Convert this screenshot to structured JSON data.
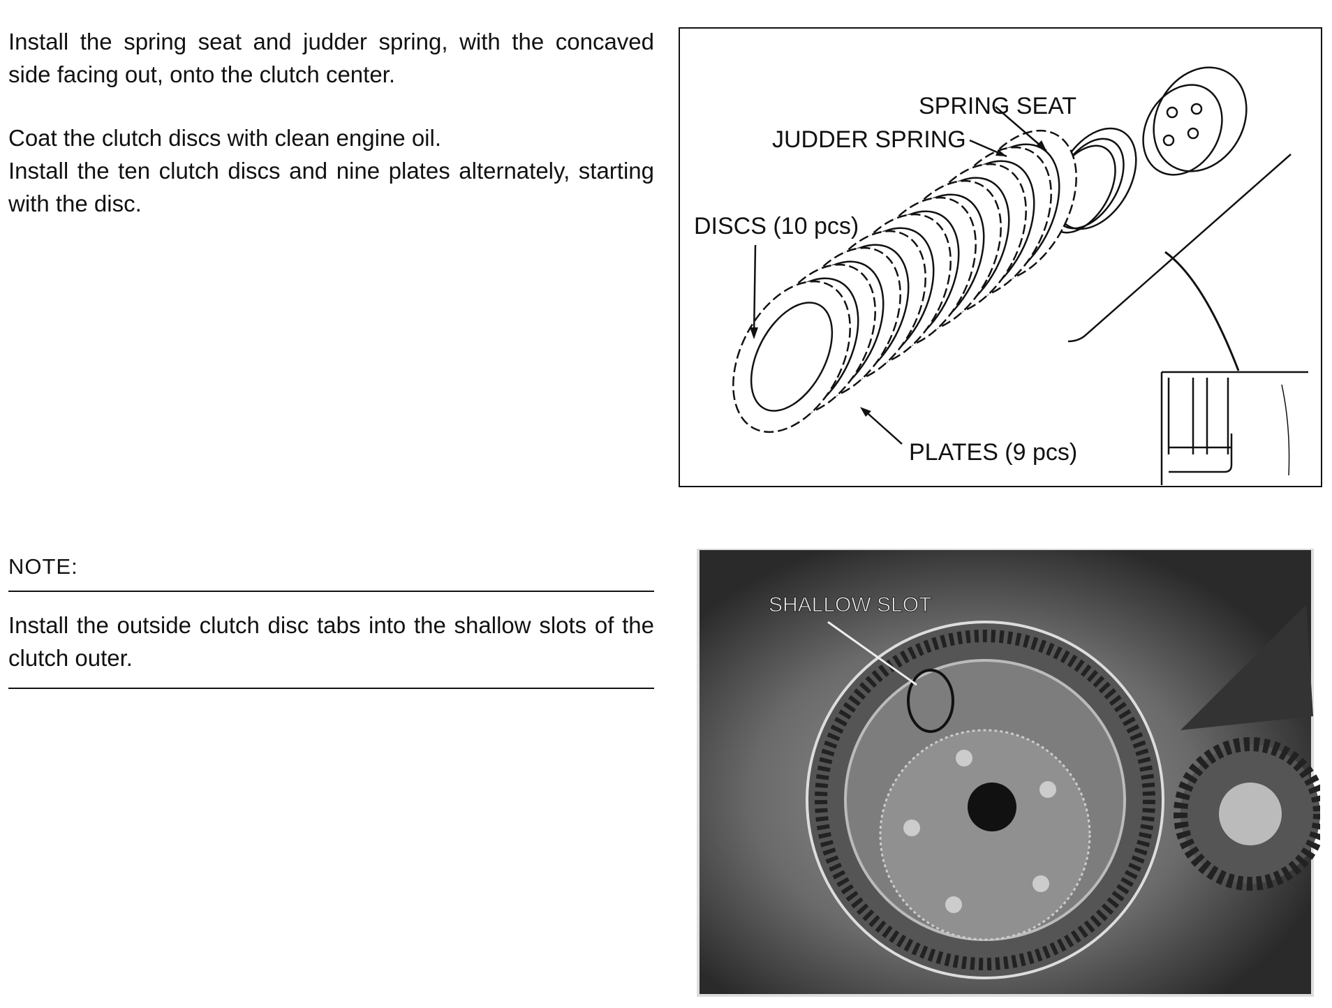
{
  "instructions": {
    "para1": "Install the spring seat and judder spring, with the concaved side facing out, onto the clutch center.",
    "para2_line1": "Coat the clutch discs with clean engine oil.",
    "para2_line2": "Install the ten clutch discs and nine plates alternately, starting with the disc."
  },
  "note": {
    "heading": "NOTE:",
    "text": "Install the outside clutch disc tabs into the shallow slots of the clutch outer."
  },
  "diagram": {
    "labels": {
      "spring_seat": "SPRING SEAT",
      "judder_spring": "JUDDER SPRING",
      "discs": "DISCS (10 pcs)",
      "plates": "PLATES (9 pcs)"
    }
  },
  "photo": {
    "label": "SHALLOW SLOT"
  }
}
